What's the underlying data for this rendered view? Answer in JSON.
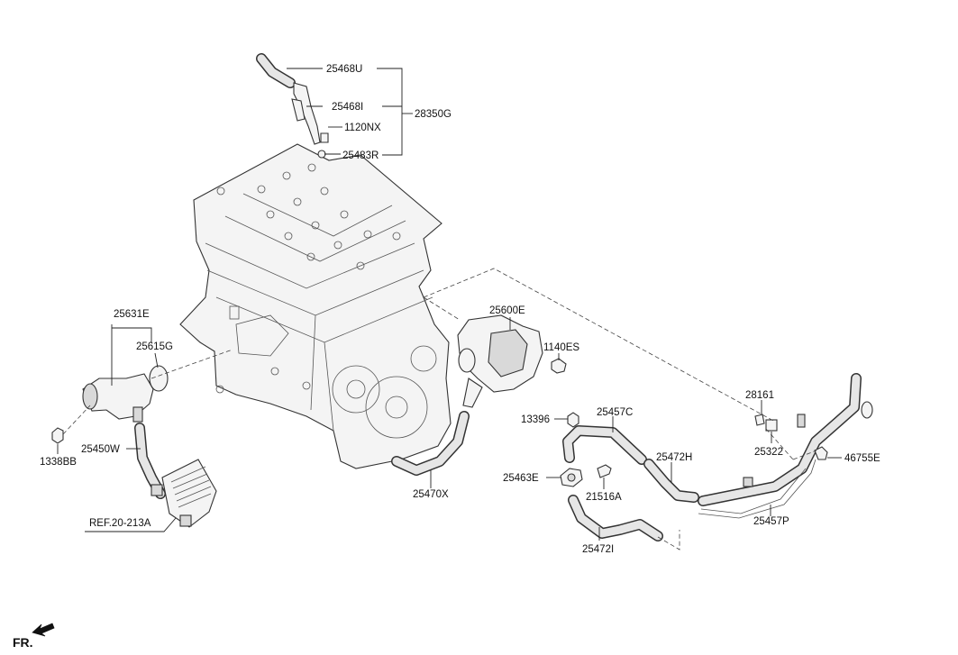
{
  "labels": {
    "p25468U": "25468U",
    "p25468I": "25468I",
    "p28350G": "28350G",
    "p1120NX": "1120NX",
    "p25483R": "25483R",
    "p25631E": "25631E",
    "p25615G": "25615G",
    "p1338BB": "1338BB",
    "p25450W": "25450W",
    "ref": "REF.20-213A",
    "p25600E": "25600E",
    "p1140ES": "1140ES",
    "p25470X": "25470X",
    "p13396": "13396",
    "p25457C": "25457C",
    "p25463E": "25463E",
    "p21516A": "21516A",
    "p25472H": "25472H",
    "p25472I": "25472I",
    "p28161": "28161",
    "p25322": "25322",
    "p46755E": "46755E",
    "p25457P": "25457P"
  },
  "footer": {
    "direction": "FR."
  },
  "colors": {
    "line": "#222222",
    "part_fill": "#f4f4f4",
    "part_shade": "#d9d9d9",
    "background": "#ffffff"
  }
}
